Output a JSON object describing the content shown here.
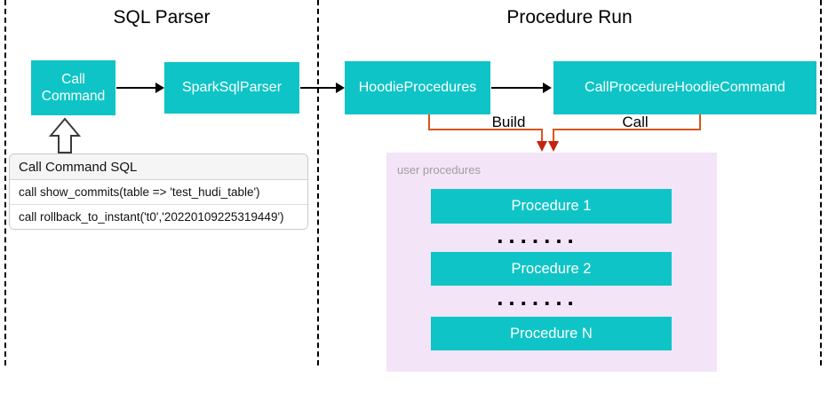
{
  "diagram": {
    "sections": {
      "sql_parser": {
        "title": "SQL Parser"
      },
      "procedure_run": {
        "title": "Procedure Run"
      }
    },
    "nodes": {
      "call_command": "Call Command",
      "spark_sql_parser": "SparkSqlParser",
      "hoodie_procedures": "HoodieProcedures",
      "call_procedure_hoodie_command": "CallProcedureHoodieCommand"
    },
    "sql_card": {
      "header": "Call Command SQL",
      "rows": [
        "call show_commits(table => 'test_hudi_table')",
        "call rollback_to_instant('t0','20220109225319449')"
      ]
    },
    "edges": {
      "build_label": "Build",
      "call_label": "Call"
    },
    "user_procedures": {
      "label": "user procedures",
      "items": [
        "Procedure 1",
        "Procedure 2",
        "Procedure N"
      ],
      "dots": "......."
    },
    "colors": {
      "node_fill": "#0FC4C6",
      "panel_fill": "#F3E4F7",
      "connector_orange": "#D9541A",
      "connector_arrow_red": "#C62310",
      "flow_line_black": "#000000",
      "card_header_bg": "#f5f5f5",
      "panel_label_gray": "#9e9e9e"
    }
  }
}
